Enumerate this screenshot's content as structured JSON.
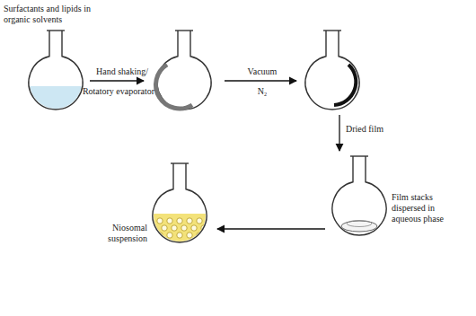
{
  "diagram": {
    "labels": [
      "Surfactants and lipids in organic solvents",
      "Hand shaking/",
      "Rotatory evaporator",
      "Vacuum",
      "N₂",
      "Dried film",
      "Film stacks dispersed in aqueous phase",
      "Niosomal suspension"
    ]
  }
}
